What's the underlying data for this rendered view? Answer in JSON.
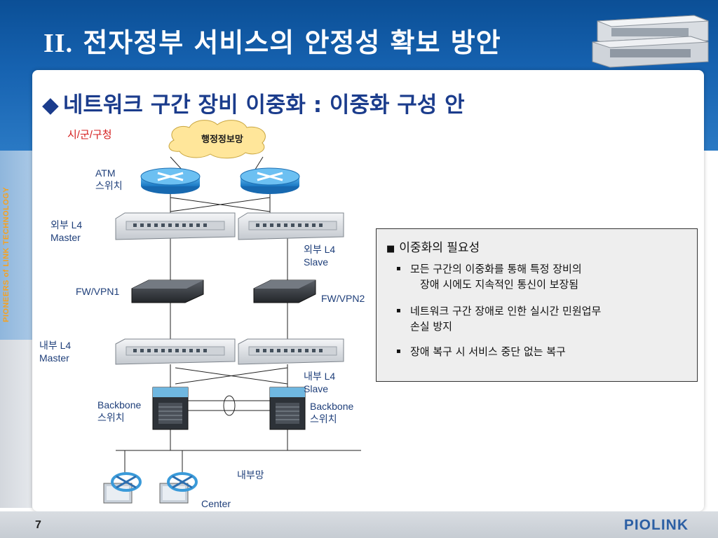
{
  "header": {
    "title_num": "II.",
    "title_text": "전자정부 서비스의 안정성 확보 방안"
  },
  "sidebar": {
    "text": "PIONEERS of LINK TECHNOLOGY"
  },
  "subtitle": "네트워크 구간 장비 이중화 : 이중화 구성 안",
  "diagram": {
    "region_label": "시/군/구청",
    "cloud_label": "행정정보망",
    "atm_label_1": "ATM",
    "atm_label_2": "스위치",
    "ext_master_1": "외부  L4",
    "ext_master_2": "Master",
    "ext_slave_1": "외부 L4",
    "ext_slave_2": "Slave",
    "fw1": "FW/VPN1",
    "fw2": "FW/VPN2",
    "int_master_1": "내부 L4",
    "int_master_2": "Master",
    "int_slave_1": "내부  L4",
    "int_slave_2": "Slave",
    "backbone_left_1": "Backbone",
    "backbone_left_2": "스위치",
    "backbone_right_1": "Backbone",
    "backbone_right_2": "스위치",
    "internal_net": "내부망",
    "center": "Center"
  },
  "infobox": {
    "heading": "이중화의 필요성",
    "bullets": [
      {
        "line1": "모든 구간의 이중화를 통해 특정 장비의",
        "line2": "장애 시에도 지속적인 통신이 보장됨"
      },
      {
        "line1": "네트워크 구간 장애로 인한 실시간 민원업무",
        "line2": "손실 방지"
      },
      {
        "line1": "장애 복구 시 서비스 중단 없는 복구",
        "line2": ""
      }
    ]
  },
  "footer": {
    "page": "7",
    "brand": "PIOLINK"
  },
  "colors": {
    "header_blue": "#1662b0",
    "title_navy": "#1b3c8c",
    "router_blue": "#2a8fd6",
    "label_red": "#d41d1d"
  }
}
